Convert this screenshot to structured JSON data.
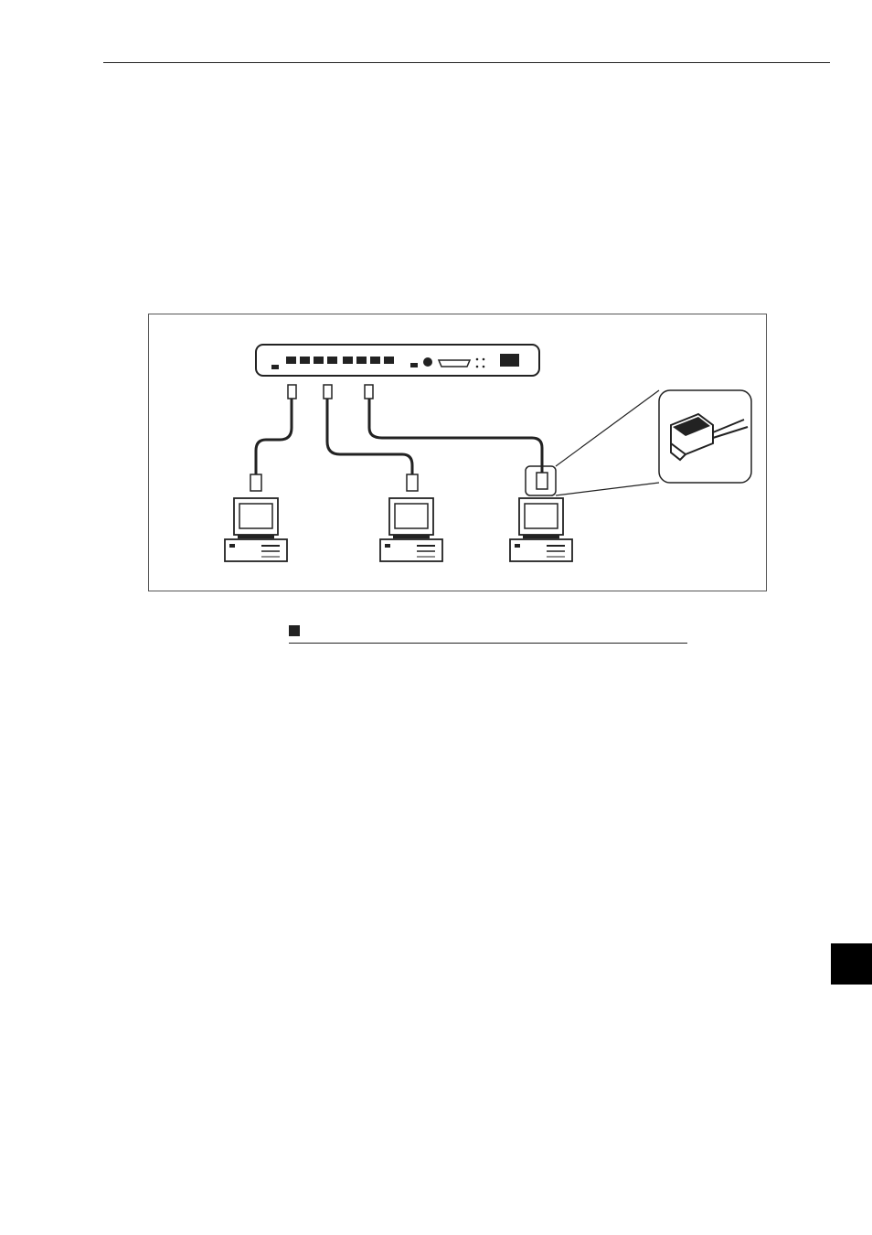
{
  "page": {
    "caption": {
      "bullet": "square-bullet",
      "text": ""
    },
    "thumb_tab": {
      "label": ""
    }
  },
  "diagram": {
    "hub": {
      "port_count": 8,
      "ports_connected": 3
    },
    "computers": [
      {
        "id": "pc-1"
      },
      {
        "id": "pc-2"
      },
      {
        "id": "pc-3",
        "connector_highlighted": true
      }
    ],
    "callout": {
      "icon": "rj45-plug-closeup"
    }
  }
}
